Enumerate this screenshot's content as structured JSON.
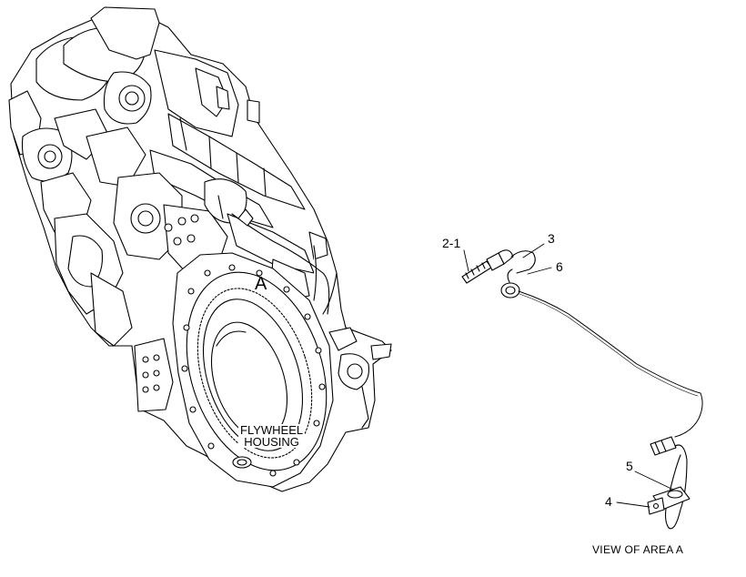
{
  "labels": {
    "area_marker": "A",
    "flywheel_line1": "FLYWHEEL",
    "flywheel_line2": "HOUSING",
    "view_caption": "VIEW OF AREA  A"
  },
  "callouts": {
    "c21": "2-1",
    "c3": "3",
    "c6": "6",
    "c5": "5",
    "c4": "4"
  },
  "colors": {
    "ink": "#000000",
    "paper": "#ffffff"
  }
}
